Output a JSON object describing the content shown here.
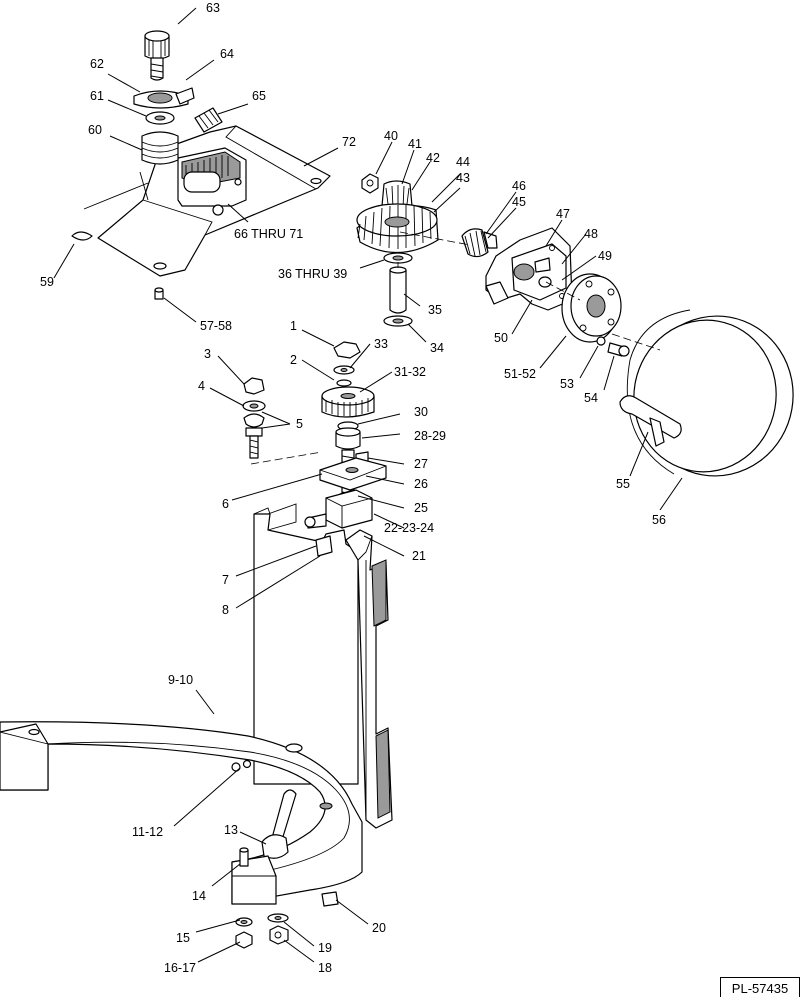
{
  "plate_id": "PL-57435",
  "callouts": [
    {
      "text": "63"
    },
    {
      "text": "62"
    },
    {
      "text": "64"
    },
    {
      "text": "61"
    },
    {
      "text": "65"
    },
    {
      "text": "60"
    },
    {
      "text": "72"
    },
    {
      "text": "66 THRU 71"
    },
    {
      "text": "59"
    },
    {
      "text": "57-58"
    },
    {
      "text": "40"
    },
    {
      "text": "41"
    },
    {
      "text": "42"
    },
    {
      "text": "44"
    },
    {
      "text": "43"
    },
    {
      "text": "46"
    },
    {
      "text": "45"
    },
    {
      "text": "47"
    },
    {
      "text": "48"
    },
    {
      "text": "49"
    },
    {
      "text": "36 THRU 39"
    },
    {
      "text": "35"
    },
    {
      "text": "34"
    },
    {
      "text": "50"
    },
    {
      "text": "51-52"
    },
    {
      "text": "53"
    },
    {
      "text": "54"
    },
    {
      "text": "55"
    },
    {
      "text": "56"
    },
    {
      "text": "1"
    },
    {
      "text": "33"
    },
    {
      "text": "2"
    },
    {
      "text": "31-32"
    },
    {
      "text": "3"
    },
    {
      "text": "4"
    },
    {
      "text": "5"
    },
    {
      "text": "30"
    },
    {
      "text": "28-29"
    },
    {
      "text": "27"
    },
    {
      "text": "26"
    },
    {
      "text": "6"
    },
    {
      "text": "25"
    },
    {
      "text": "22-23-24"
    },
    {
      "text": "21"
    },
    {
      "text": "7"
    },
    {
      "text": "8"
    },
    {
      "text": "9-10"
    },
    {
      "text": "11-12"
    },
    {
      "text": "13"
    },
    {
      "text": "14"
    },
    {
      "text": "20"
    },
    {
      "text": "15"
    },
    {
      "text": "19"
    },
    {
      "text": "16-17"
    },
    {
      "text": "18"
    }
  ]
}
